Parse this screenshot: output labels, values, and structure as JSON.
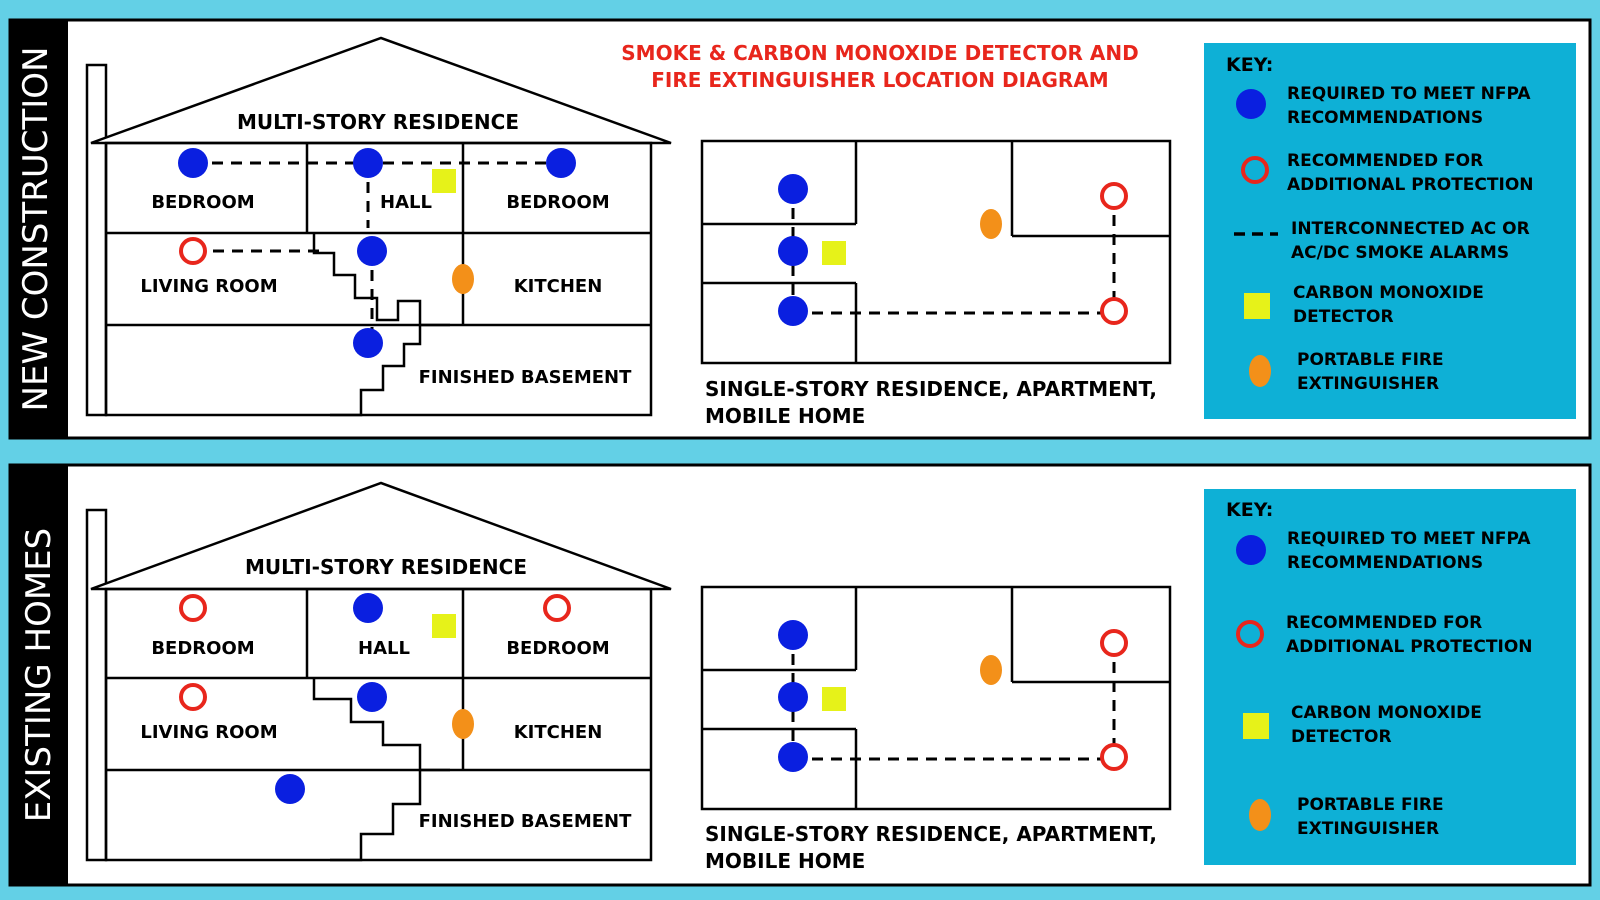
{
  "colors": {
    "background": "#63d0e6",
    "panel": "#ffffff",
    "side_band": "#000000",
    "key_box": "#0eb0d6",
    "title_red": "#e8261c",
    "required_blue": "#0a1fe0",
    "recommended_red": "#e8261c",
    "co_yellow": "#e6f219",
    "extinguisher_orange": "#f39019",
    "line": "#000000"
  },
  "title": {
    "line1": "SMOKE & CARBON MONOXIDE DETECTOR AND",
    "line2": "FIRE EXTINGUISHER LOCATION DIAGRAM"
  },
  "panels": [
    {
      "side_label": "NEW CONSTRUCTION",
      "house": {
        "title": "MULTI-STORY RESIDENCE",
        "rooms": {
          "bedroom_left": "BEDROOM",
          "hall": "HALL",
          "bedroom_right": "BEDROOM",
          "living_room": "LIVING ROOM",
          "kitchen": "KITCHEN",
          "basement": "FINISHED BASEMENT"
        }
      },
      "single_story": {
        "line1": "SINGLE-STORY RESIDENCE, APARTMENT,",
        "line2": "MOBILE HOME"
      },
      "key": {
        "title": "KEY:",
        "items": [
          {
            "icon": "blue-dot-icon",
            "line1": "REQUIRED TO MEET NFPA",
            "line2": "RECOMMENDATIONS"
          },
          {
            "icon": "red-ring-icon",
            "line1": "RECOMMENDED FOR",
            "line2": "ADDITIONAL PROTECTION"
          },
          {
            "icon": "dashed-line-icon",
            "line1": "INTERCONNECTED AC OR",
            "line2": "AC/DC SMOKE ALARMS"
          },
          {
            "icon": "yellow-square-icon",
            "line1": "CARBON MONOXIDE",
            "line2": "DETECTOR"
          },
          {
            "icon": "orange-oval-icon",
            "line1": "PORTABLE FIRE",
            "line2": "EXTINGUISHER"
          }
        ]
      }
    },
    {
      "side_label": "EXISTING HOMES",
      "house": {
        "title": "MULTI-STORY RESIDENCE",
        "rooms": {
          "bedroom_left": "BEDROOM",
          "hall": "HALL",
          "bedroom_right": "BEDROOM",
          "living_room": "LIVING ROOM",
          "kitchen": "KITCHEN",
          "basement": "FINISHED BASEMENT"
        }
      },
      "single_story": {
        "line1": "SINGLE-STORY RESIDENCE, APARTMENT,",
        "line2": "MOBILE HOME"
      },
      "key": {
        "title": "KEY:",
        "items": [
          {
            "icon": "blue-dot-icon",
            "line1": "REQUIRED TO MEET NFPA",
            "line2": "RECOMMENDATIONS"
          },
          {
            "icon": "red-ring-icon",
            "line1": "RECOMMENDED FOR",
            "line2": "ADDITIONAL PROTECTION"
          },
          {
            "icon": "yellow-square-icon",
            "line1": "CARBON MONOXIDE",
            "line2": "DETECTOR"
          },
          {
            "icon": "orange-oval-icon",
            "line1": "PORTABLE FIRE",
            "line2": "EXTINGUISHER"
          }
        ]
      }
    }
  ]
}
